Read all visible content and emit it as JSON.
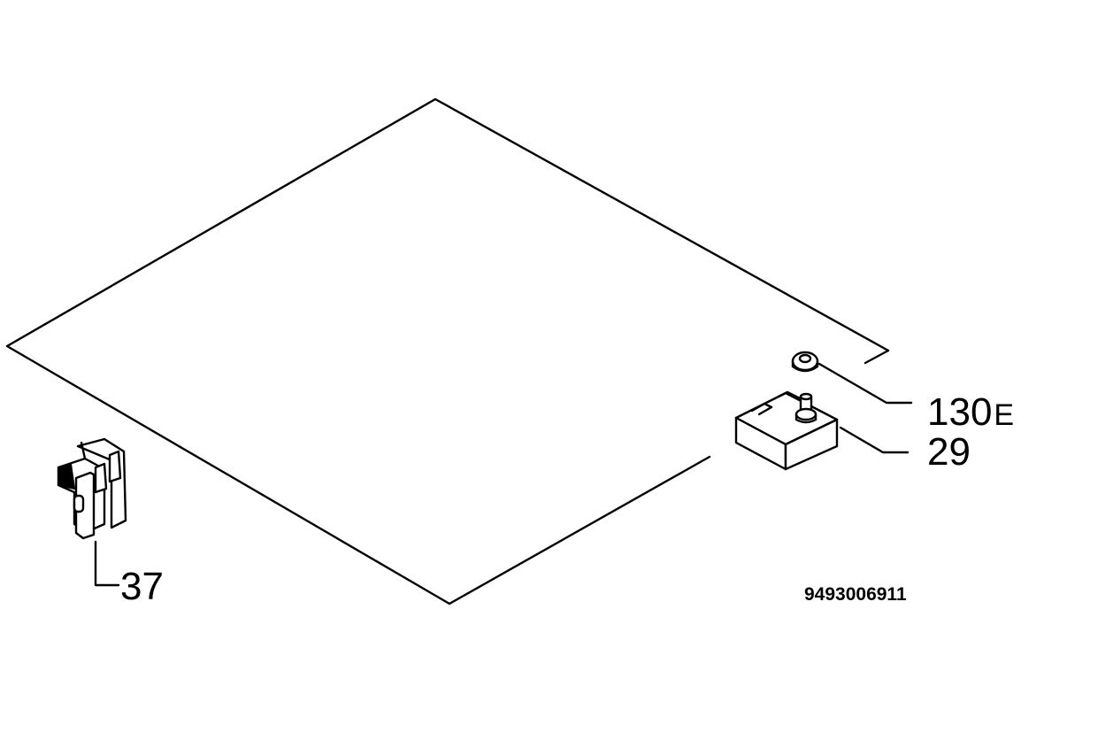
{
  "diagram": {
    "callouts": [
      {
        "id": "130E",
        "number": "130",
        "suffix": "E"
      },
      {
        "id": "29",
        "number": "29"
      },
      {
        "id": "37",
        "number": "37"
      }
    ],
    "document_number": "9493006911"
  }
}
